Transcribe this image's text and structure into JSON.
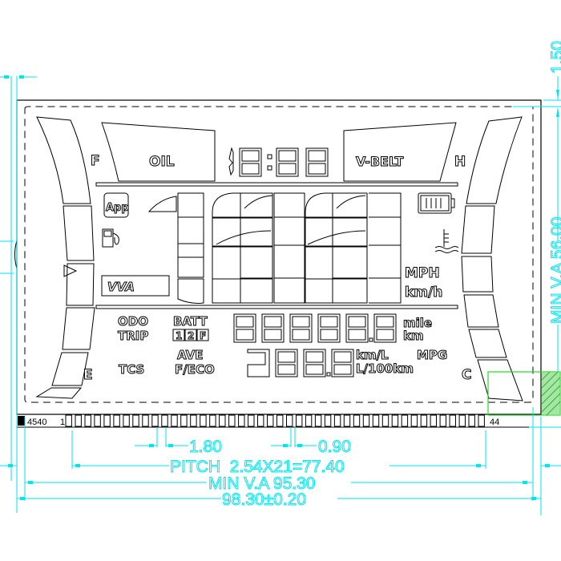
{
  "drawing": {
    "part_number": "4540",
    "pin_first": "1",
    "pin_last": "44",
    "colors": {
      "outline": "#000000",
      "dimension": "#00e5ee",
      "highlight": "#22dd22"
    }
  },
  "lcd": {
    "fuel_gauge": {
      "full_label": "F",
      "empty_label": "E",
      "segments": 7
    },
    "temp_gauge": {
      "hot_label": "H",
      "cold_label": "C",
      "segments": 7
    },
    "oil_label": "OIL",
    "vbelt_label": "V-BELT",
    "clock": "18:88",
    "app_label": "App",
    "vva_label": "VVA",
    "speed_units": [
      "MPH",
      "km/h"
    ],
    "odo_label": "ODO",
    "trip_label": "TRIP",
    "batt_label": "BATT",
    "trip_selectors": [
      "1",
      "2",
      "F"
    ],
    "odometer": "88888.8",
    "distance_units": [
      "mile",
      "km"
    ],
    "ave_label": "AVE",
    "feco_label": "F/ECO",
    "tcs_label": "TCS",
    "economy": "288.8",
    "economy_units": [
      "km/L",
      "MPG",
      "L/100km"
    ],
    "icons": [
      "app-icon",
      "fuel-pump-icon",
      "battery-icon",
      "coolant-temp-icon"
    ]
  },
  "dimensions": {
    "pin_width": "1.80",
    "pin_gap": "0.90",
    "pitch": "PITCH  2.54X21=77.40",
    "min_va_width": "MIN V.A 95.30",
    "overall_width": "98.30±0.20",
    "top_offset": "1.50",
    "min_va_height": "MIN V.A 56.00"
  }
}
